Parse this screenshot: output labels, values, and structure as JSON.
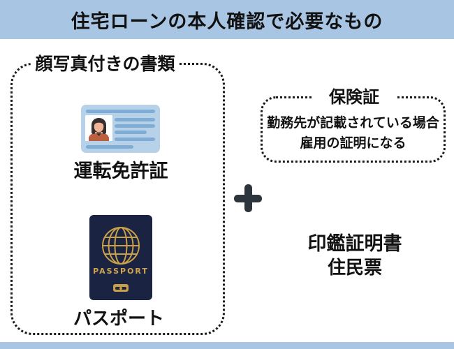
{
  "header": {
    "title": "住宅ローンの本人確認で必要なもの"
  },
  "docs_box": {
    "label": "顔写真付きの書類",
    "items": [
      {
        "id": "drivers-license",
        "label": "運転免許証"
      },
      {
        "id": "passport",
        "label": "パスポート",
        "cover_text": "PASSPORT"
      }
    ]
  },
  "plus_symbol": "+",
  "insurance_box": {
    "label": "保険証",
    "note": [
      "勤務先が記載されている場合",
      "雇用の証明になる"
    ]
  },
  "other_documents": [
    "印鑑証明書",
    "住民票"
  ],
  "colors": {
    "banner_blue": "#a8c5e3",
    "license_card_blue": "#b7d2e8",
    "license_line_blue": "#7fadd6",
    "passport_navy": "#1b2342",
    "passport_gold": "#c8a04a",
    "plus_dark": "#2c343d",
    "dotted_border": "#1a1a1a",
    "text": "#111111"
  }
}
